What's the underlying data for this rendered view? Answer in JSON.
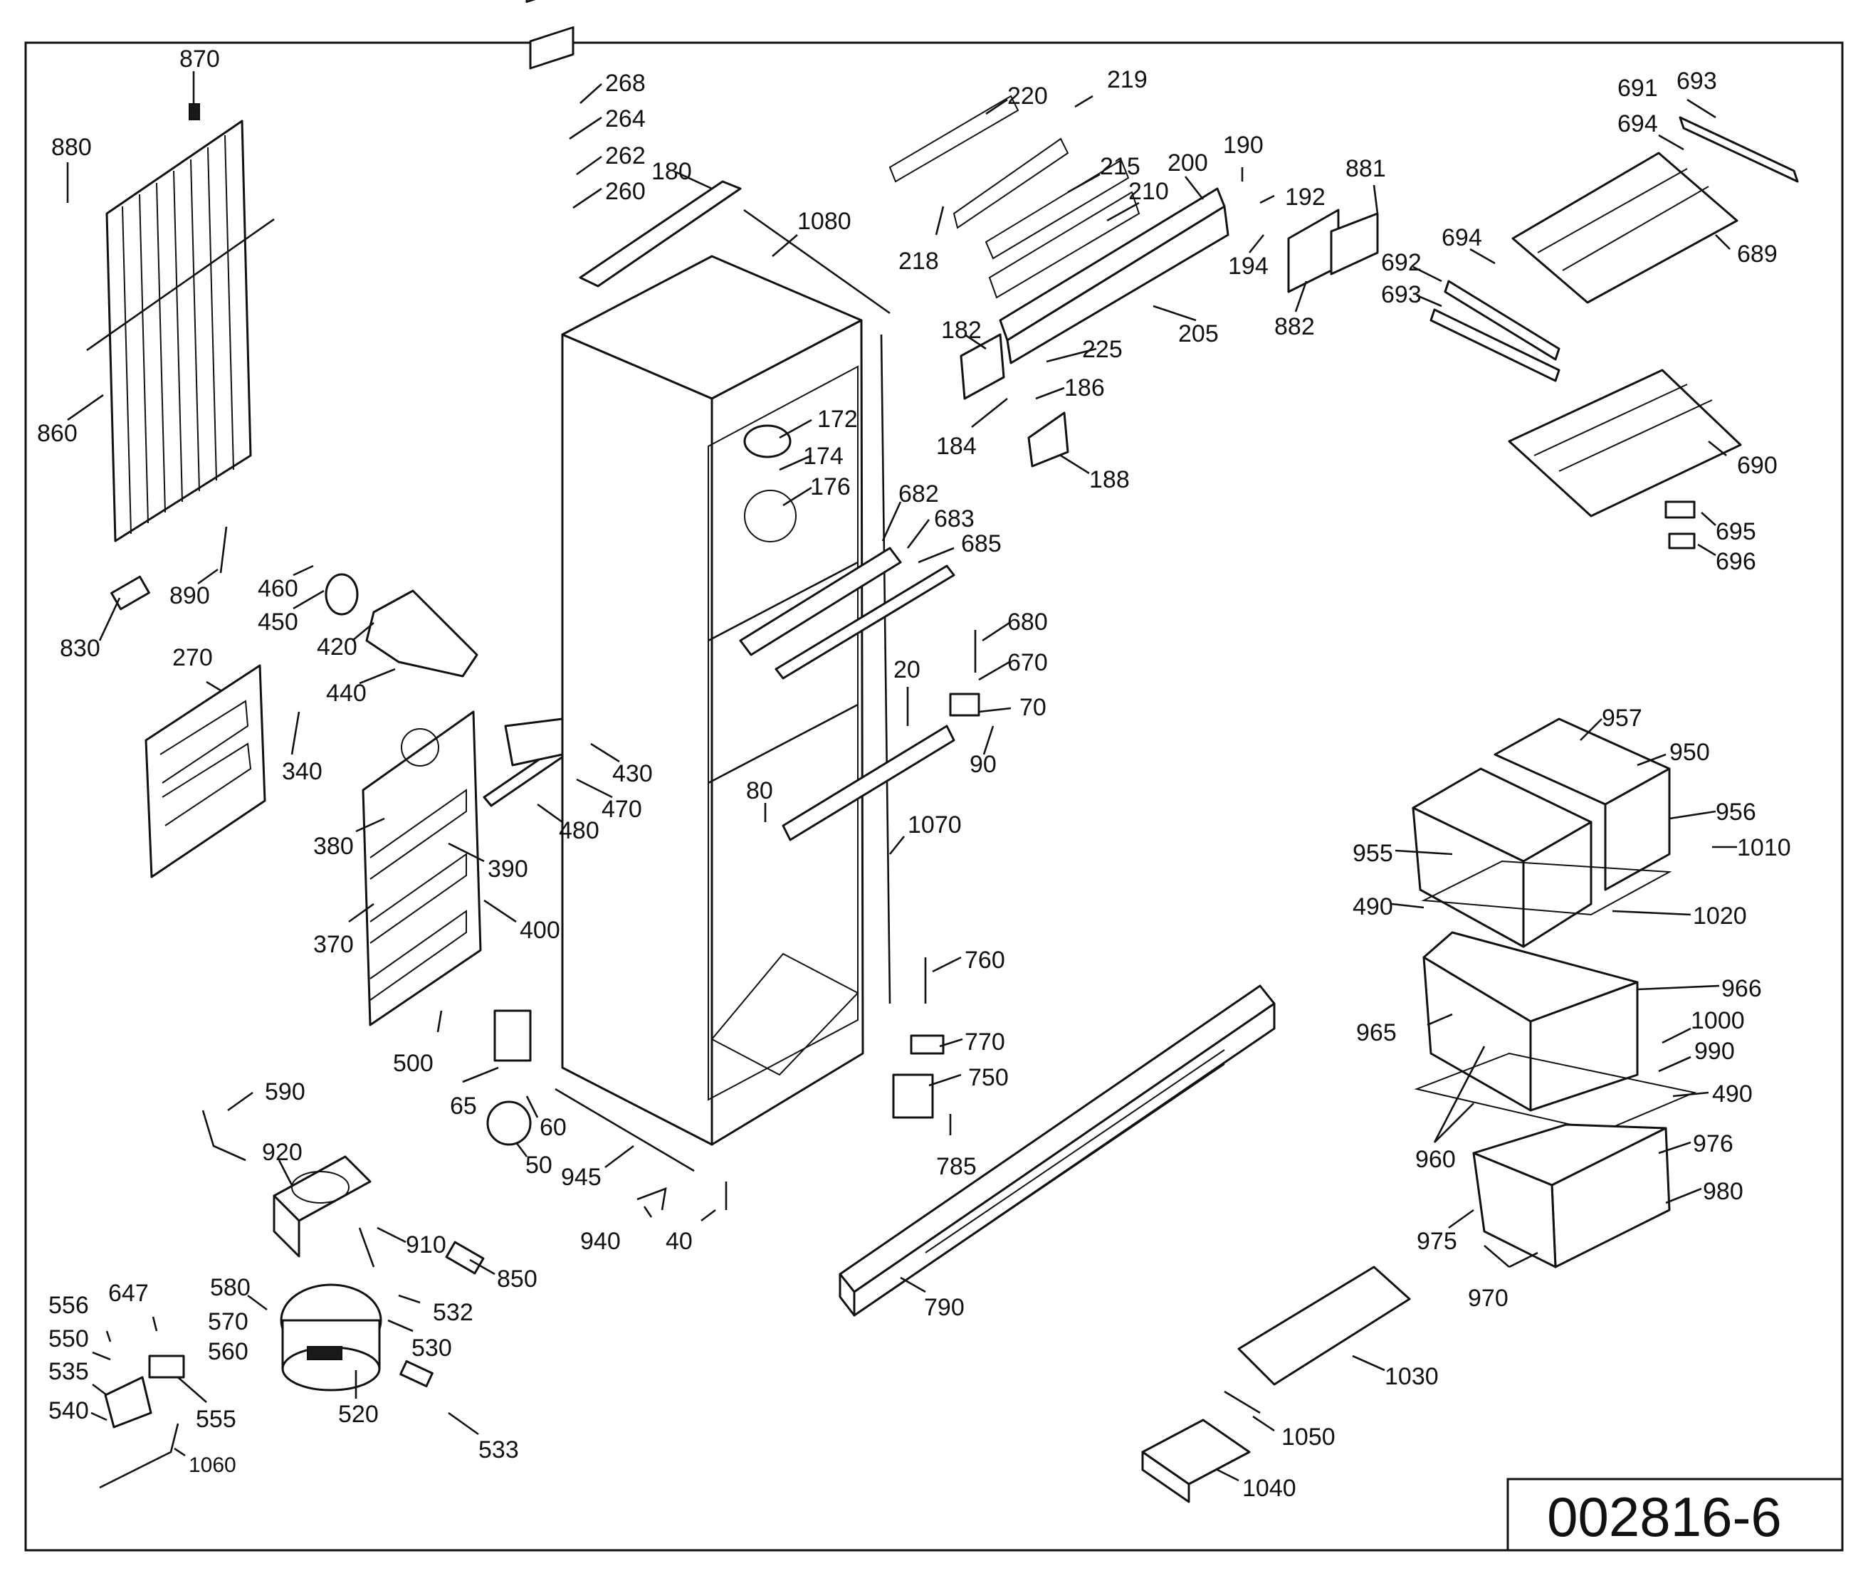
{
  "diagram_code": "002816-6",
  "colors": {
    "ink": "#111111",
    "paper": "#ffffff"
  },
  "callouts": [
    {
      "id": "870",
      "text": "870"
    },
    {
      "id": "880",
      "text": "880"
    },
    {
      "id": "860",
      "text": "860"
    },
    {
      "id": "890",
      "text": "890"
    },
    {
      "id": "830",
      "text": "830"
    },
    {
      "id": "460",
      "text": "460"
    },
    {
      "id": "450",
      "text": "450"
    },
    {
      "id": "420",
      "text": "420"
    },
    {
      "id": "440",
      "text": "440"
    },
    {
      "id": "270",
      "text": "270"
    },
    {
      "id": "340",
      "text": "340"
    },
    {
      "id": "380",
      "text": "380"
    },
    {
      "id": "390",
      "text": "390"
    },
    {
      "id": "370",
      "text": "370"
    },
    {
      "id": "400",
      "text": "400"
    },
    {
      "id": "500",
      "text": "500"
    },
    {
      "id": "430",
      "text": "430"
    },
    {
      "id": "470",
      "text": "470"
    },
    {
      "id": "480",
      "text": "480"
    },
    {
      "id": "268",
      "text": "268"
    },
    {
      "id": "264",
      "text": "264"
    },
    {
      "id": "262",
      "text": "262"
    },
    {
      "id": "260",
      "text": "260"
    },
    {
      "id": "180",
      "text": "180"
    },
    {
      "id": "1080",
      "text": "1080"
    },
    {
      "id": "172",
      "text": "172"
    },
    {
      "id": "174",
      "text": "174"
    },
    {
      "id": "176",
      "text": "176"
    },
    {
      "id": "682",
      "text": "682"
    },
    {
      "id": "683",
      "text": "683"
    },
    {
      "id": "685",
      "text": "685"
    },
    {
      "id": "20",
      "text": "20"
    },
    {
      "id": "80",
      "text": "80"
    },
    {
      "id": "1070",
      "text": "1070"
    },
    {
      "id": "65",
      "text": "65"
    },
    {
      "id": "60",
      "text": "60"
    },
    {
      "id": "50",
      "text": "50"
    },
    {
      "id": "945",
      "text": "945"
    },
    {
      "id": "940",
      "text": "940"
    },
    {
      "id": "40",
      "text": "40"
    },
    {
      "id": "590",
      "text": "590"
    },
    {
      "id": "920",
      "text": "920"
    },
    {
      "id": "910",
      "text": "910"
    },
    {
      "id": "850",
      "text": "850"
    },
    {
      "id": "580",
      "text": "580"
    },
    {
      "id": "570",
      "text": "570"
    },
    {
      "id": "560",
      "text": "560"
    },
    {
      "id": "532",
      "text": "532"
    },
    {
      "id": "530",
      "text": "530"
    },
    {
      "id": "520",
      "text": "520"
    },
    {
      "id": "533",
      "text": "533"
    },
    {
      "id": "556",
      "text": "556"
    },
    {
      "id": "647",
      "text": "647"
    },
    {
      "id": "550",
      "text": "550"
    },
    {
      "id": "535",
      "text": "535"
    },
    {
      "id": "540",
      "text": "540"
    },
    {
      "id": "555",
      "text": "555"
    },
    {
      "id": "1060",
      "text": "1060"
    },
    {
      "id": "220",
      "text": "220"
    },
    {
      "id": "219",
      "text": "219"
    },
    {
      "id": "215",
      "text": "215"
    },
    {
      "id": "210",
      "text": "210"
    },
    {
      "id": "200",
      "text": "200"
    },
    {
      "id": "190",
      "text": "190"
    },
    {
      "id": "192",
      "text": "192"
    },
    {
      "id": "194",
      "text": "194"
    },
    {
      "id": "881",
      "text": "881"
    },
    {
      "id": "882",
      "text": "882"
    },
    {
      "id": "218",
      "text": "218"
    },
    {
      "id": "205",
      "text": "205"
    },
    {
      "id": "225",
      "text": "225"
    },
    {
      "id": "182",
      "text": "182"
    },
    {
      "id": "186",
      "text": "186"
    },
    {
      "id": "184",
      "text": "184"
    },
    {
      "id": "188",
      "text": "188"
    },
    {
      "id": "680",
      "text": "680"
    },
    {
      "id": "670",
      "text": "670"
    },
    {
      "id": "70",
      "text": "70"
    },
    {
      "id": "90",
      "text": "90"
    },
    {
      "id": "760",
      "text": "760"
    },
    {
      "id": "770",
      "text": "770"
    },
    {
      "id": "750",
      "text": "750"
    },
    {
      "id": "785",
      "text": "785"
    },
    {
      "id": "790",
      "text": "790"
    },
    {
      "id": "691",
      "text": "691"
    },
    {
      "id": "693a",
      "text": "693"
    },
    {
      "id": "694a",
      "text": "694"
    },
    {
      "id": "689",
      "text": "689"
    },
    {
      "id": "694b",
      "text": "694"
    },
    {
      "id": "692",
      "text": "692"
    },
    {
      "id": "693b",
      "text": "693"
    },
    {
      "id": "690",
      "text": "690"
    },
    {
      "id": "695",
      "text": "695"
    },
    {
      "id": "696",
      "text": "696"
    },
    {
      "id": "957",
      "text": "957"
    },
    {
      "id": "950",
      "text": "950"
    },
    {
      "id": "956",
      "text": "956"
    },
    {
      "id": "955",
      "text": "955"
    },
    {
      "id": "1010",
      "text": "1010"
    },
    {
      "id": "490a",
      "text": "490"
    },
    {
      "id": "1020",
      "text": "1020"
    },
    {
      "id": "966",
      "text": "966"
    },
    {
      "id": "965",
      "text": "965"
    },
    {
      "id": "1000",
      "text": "1000"
    },
    {
      "id": "990",
      "text": "990"
    },
    {
      "id": "490b",
      "text": "490"
    },
    {
      "id": "960",
      "text": "960"
    },
    {
      "id": "976",
      "text": "976"
    },
    {
      "id": "980",
      "text": "980"
    },
    {
      "id": "975",
      "text": "975"
    },
    {
      "id": "970",
      "text": "970"
    },
    {
      "id": "1030",
      "text": "1030"
    },
    {
      "id": "1050",
      "text": "1050"
    },
    {
      "id": "1040",
      "text": "1040"
    }
  ]
}
